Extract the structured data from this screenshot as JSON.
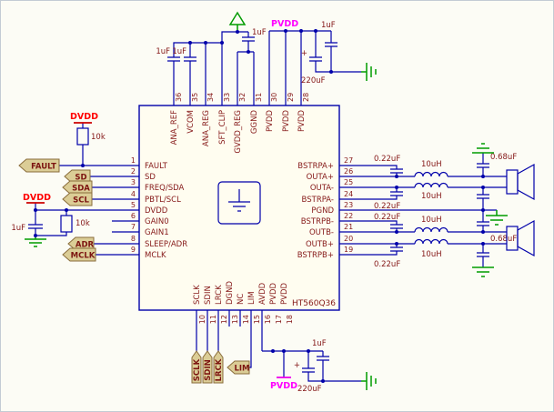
{
  "schematic": {
    "ic": {
      "part_label": "HT560Q36",
      "left_pins": [
        {
          "num": "1",
          "name": "FAULT"
        },
        {
          "num": "2",
          "name": "SD"
        },
        {
          "num": "3",
          "name": "FREQ/SDA"
        },
        {
          "num": "4",
          "name": "PBTL/SCL"
        },
        {
          "num": "5",
          "name": "DVDD"
        },
        {
          "num": "6",
          "name": "GAIN0"
        },
        {
          "num": "7",
          "name": "GAIN1"
        },
        {
          "num": "8",
          "name": "SLEEP/ADR"
        },
        {
          "num": "9",
          "name": "MCLK"
        }
      ],
      "top_pins": [
        {
          "num": "36",
          "name": "ANA_REF"
        },
        {
          "num": "35",
          "name": "VCOM"
        },
        {
          "num": "34",
          "name": "ANA_REG"
        },
        {
          "num": "33",
          "name": "SFT_CLIP"
        },
        {
          "num": "32",
          "name": "GVDD_REG"
        },
        {
          "num": "31",
          "name": "GGND"
        },
        {
          "num": "30",
          "name": "PVDD"
        },
        {
          "num": "29",
          "name": "PVDD"
        },
        {
          "num": "28",
          "name": "PVDD"
        }
      ],
      "right_pins": [
        {
          "num": "27",
          "name": "BSTRPA+"
        },
        {
          "num": "26",
          "name": "OUTA+"
        },
        {
          "num": "25",
          "name": "OUTA-"
        },
        {
          "num": "24",
          "name": "BSTRPA-"
        },
        {
          "num": "23",
          "name": "PGND"
        },
        {
          "num": "22",
          "name": "BSTRPB-"
        },
        {
          "num": "21",
          "name": "OUTB-"
        },
        {
          "num": "20",
          "name": "OUTB+"
        },
        {
          "num": "19",
          "name": "BSTRPB+"
        }
      ],
      "bottom_pins": [
        {
          "num": "10",
          "name": "SCLK"
        },
        {
          "num": "11",
          "name": "SDIN"
        },
        {
          "num": "12",
          "name": "LRCK"
        },
        {
          "num": "13",
          "name": "DGND"
        },
        {
          "num": "14",
          "name": "NC"
        },
        {
          "num": "15",
          "name": "LIM"
        },
        {
          "num": "16",
          "name": "AVDD"
        },
        {
          "num": "17",
          "name": "PVDD"
        },
        {
          "num": "18",
          "name": "PVDD"
        }
      ]
    },
    "ports": {
      "dvdd": "DVDD",
      "pvdd": "PVDD"
    },
    "net_tags": {
      "fault": "FAULT",
      "sd": "SD",
      "sda": "SDA",
      "scl": "SCL",
      "adr": "ADR",
      "mclk": "MCLK",
      "sclk": "SCLK",
      "sdin": "SDIN",
      "lrck": "LRCK",
      "lim": "LIM"
    },
    "values": {
      "r": "10k",
      "c1": "1uF",
      "c220": "220uF",
      "c022": "0.22uF",
      "c068": "0.68uF",
      "l": "10uH",
      "plus": "+"
    },
    "colors": {
      "wire": "#0000aa",
      "label_text": "#851818",
      "dvdd_red": "#ff0000",
      "pvdd_magenta": "#ff00ff",
      "ground_green": "#009b00",
      "tag_fill": "#dbcd96",
      "ic_fill": "#fffdf0"
    }
  }
}
